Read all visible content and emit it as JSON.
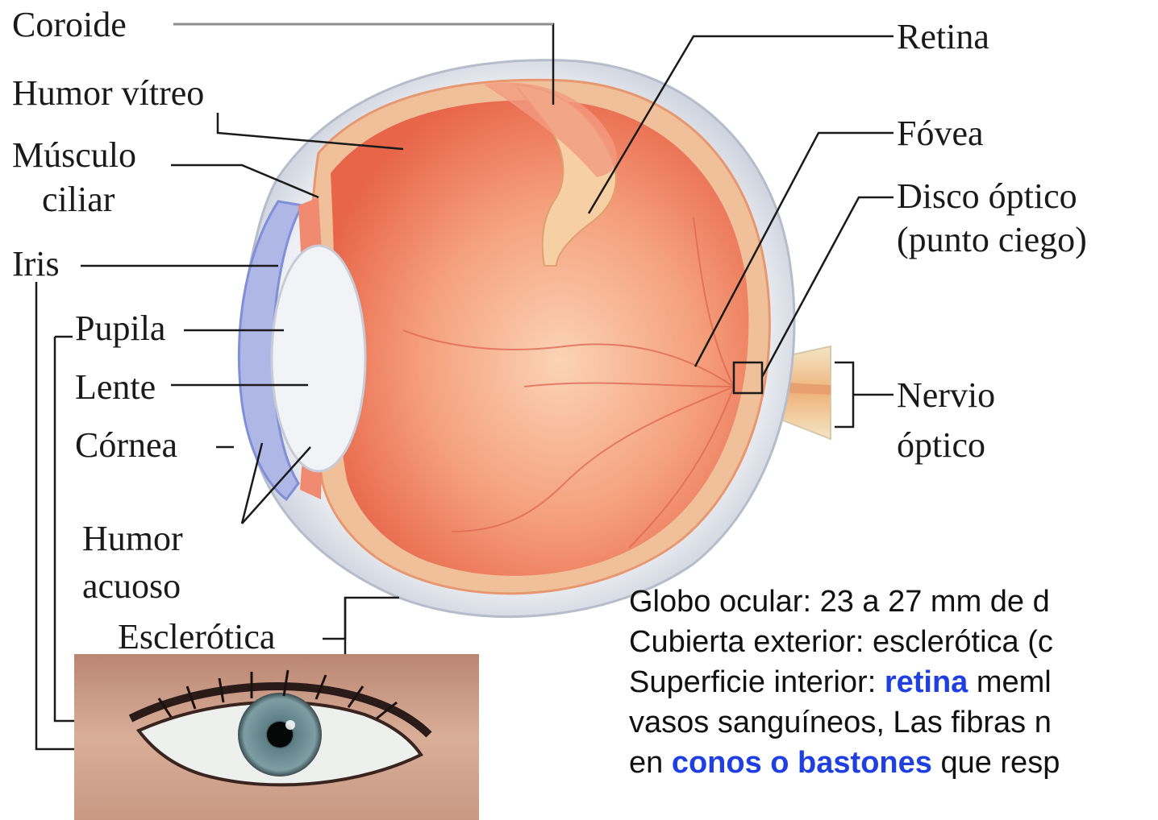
{
  "labels": {
    "coroide": "Coroide",
    "humor_vitreo": "Humor vítreo",
    "musculo": "Músculo",
    "ciliar": "ciliar",
    "iris": "Iris",
    "pupila": "Pupila",
    "lente": "Lente",
    "cornea": "Córnea",
    "humor": "Humor",
    "acuoso": "acuoso",
    "esclerotica": "Esclerótica",
    "retina": "Retina",
    "fovea": "Fóvea",
    "disco_optico": "Disco óptico",
    "punto_ciego": "(punto ciego)",
    "nervio": "Nervio",
    "optico": "óptico"
  },
  "notes": {
    "line1": "Globo ocular: 23 a 27 mm de d",
    "line2": "Cubierta exterior: esclerótica (c",
    "line3_pre": "Superficie interior: ",
    "line3_hl": "retina",
    "line3_post": " meml",
    "line4": "vasos sanguíneos, Las fibras n",
    "line5_pre": "en ",
    "line5_hl": "conos o bastones",
    "line5_post": " que resp"
  },
  "colors": {
    "highlight": "#1f3fe0",
    "eyeball_fill": "#f07a5e",
    "sclera": "#d9dde6"
  }
}
